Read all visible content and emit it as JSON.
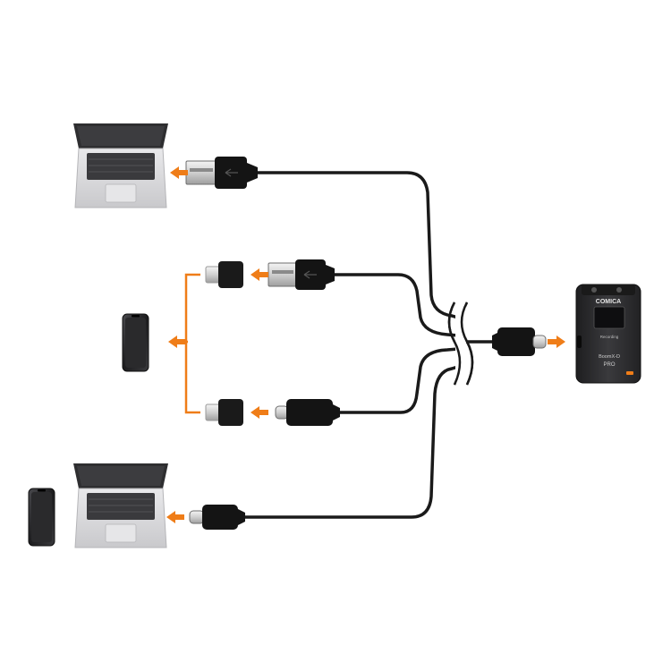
{
  "receiver": {
    "brand": "COMICA",
    "screen_text": "Recording",
    "model": "BoomX-D",
    "edition": "PRO"
  },
  "colors": {
    "arrow": "#ef7d18",
    "bracket": "#ef7d18",
    "cable": "#1a1a1a",
    "device_body": "#2b2b2b",
    "laptop_body": "#d8d8da"
  },
  "connections": [
    {
      "name": "usb-a",
      "target": "laptop"
    },
    {
      "name": "usb-a-to-lightning",
      "target": "phone"
    },
    {
      "name": "usb-c-to-lightning",
      "target": "phone"
    },
    {
      "name": "usb-c",
      "target": "laptop-and-phone"
    }
  ]
}
